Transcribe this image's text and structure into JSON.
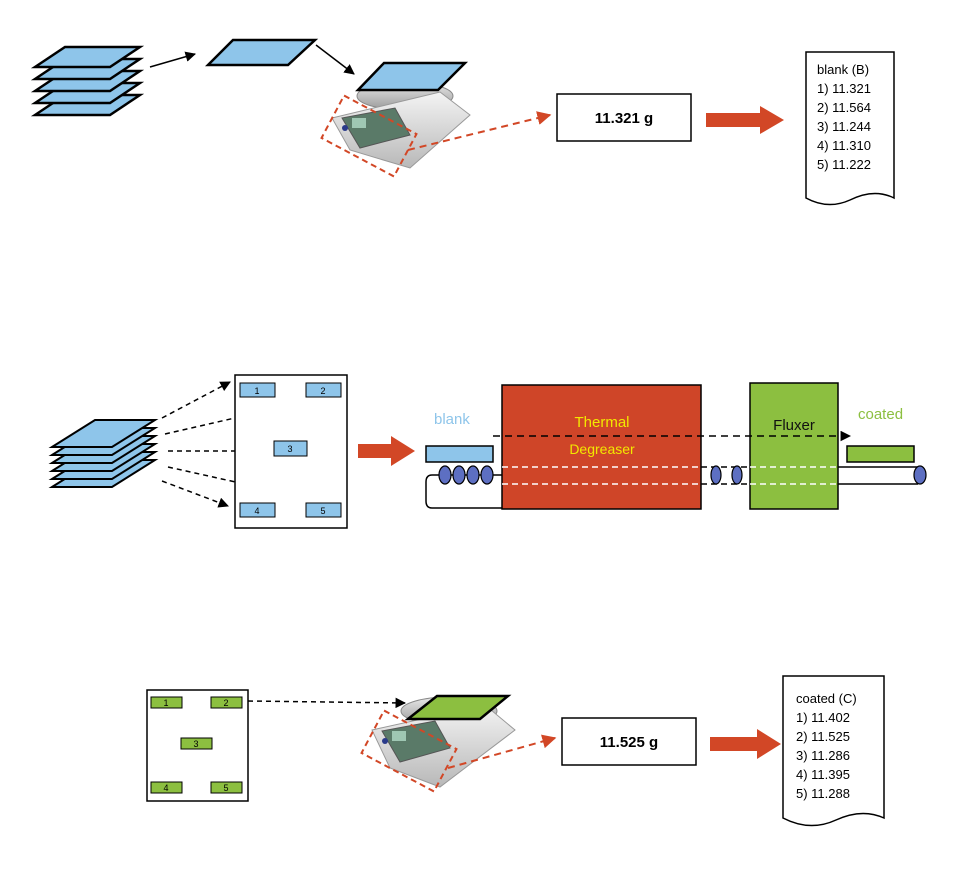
{
  "colors": {
    "blank_blue": "#8ec5ea",
    "coated_green": "#8cbf40",
    "degreaser_red": "#cf4528",
    "arrow_red": "#d24726",
    "label_yellow": "#f2e800",
    "blank_label_blue": "#8ec5ea"
  },
  "weighing_blank": {
    "reading": "11.321 g",
    "log_title": "blank (B)",
    "log_entries": [
      "1)  11.321",
      "2)  11.564",
      "3)  11.244",
      "4)  11.310",
      "5)  11.222"
    ]
  },
  "coating_process": {
    "rack_slots": [
      "1",
      "2",
      "3",
      "4",
      "5"
    ],
    "blank_label": "blank",
    "degreaser_line1": "Thermal",
    "degreaser_line2": "Degreaser",
    "fluxer_label": "Fluxer",
    "coated_label": "coated"
  },
  "weighing_coated": {
    "rack_slots": [
      "1",
      "2",
      "3",
      "4",
      "5"
    ],
    "reading": "11.525 g",
    "log_title": "coated (C)",
    "log_entries": [
      "1)  11.402",
      "2)  11.525",
      "3)  11.286",
      "4)  11.395",
      "5)  11.288"
    ]
  }
}
